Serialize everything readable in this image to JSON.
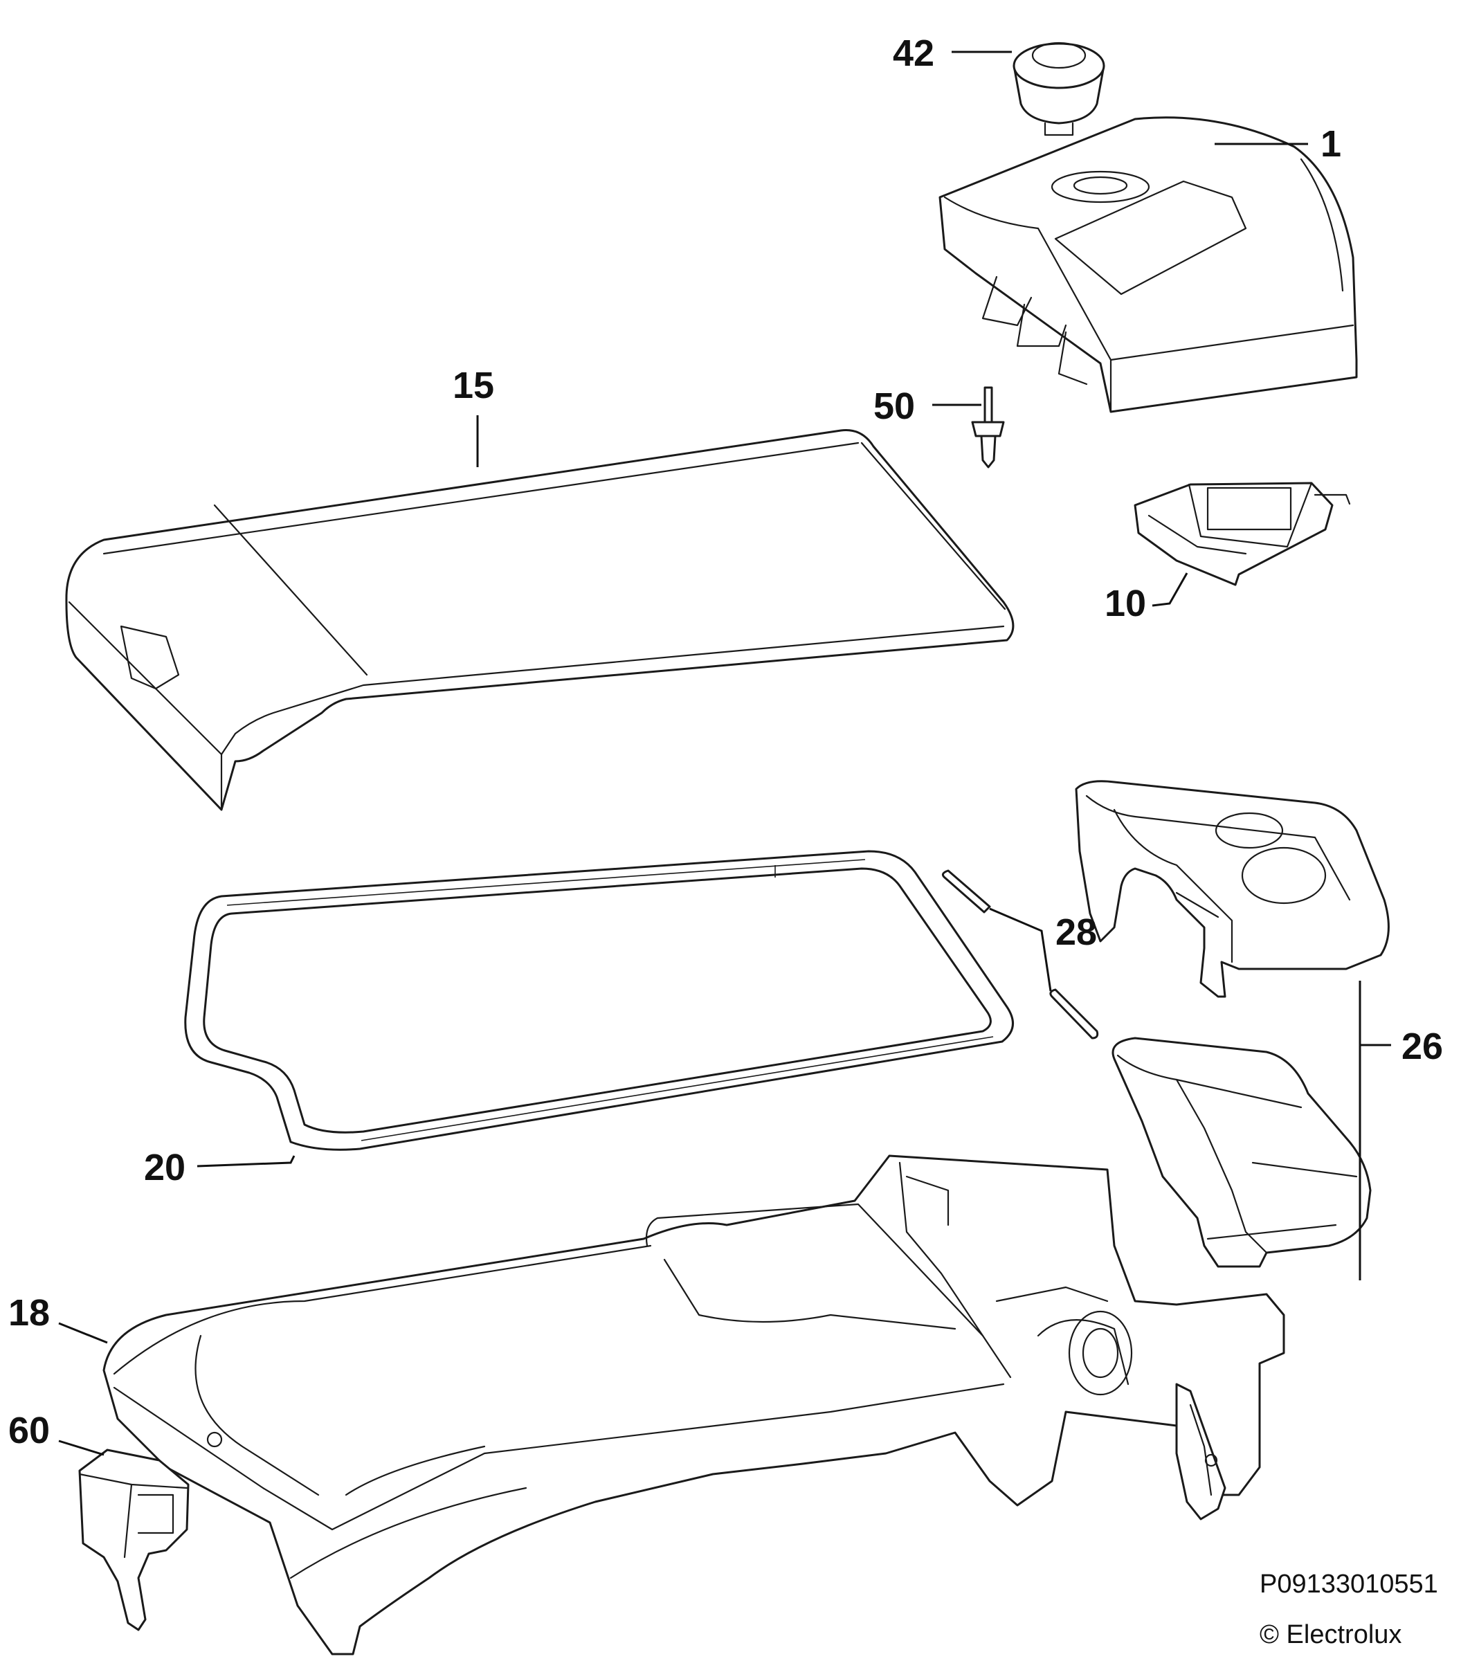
{
  "callouts": {
    "c42": "42",
    "c1": "1",
    "c15": "15",
    "c50": "50",
    "c10": "10",
    "c28": "28",
    "c26": "26",
    "c20": "20",
    "c18": "18",
    "c60": "60"
  },
  "footer": {
    "code": "P09133010551",
    "copyright": "© Electrolux"
  }
}
